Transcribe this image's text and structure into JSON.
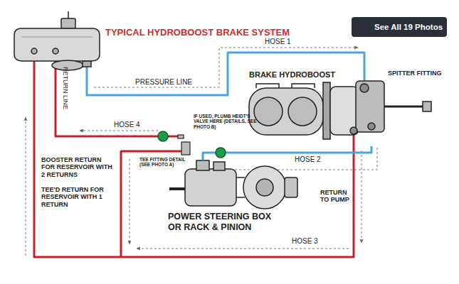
{
  "diagram": {
    "title": "TYPICAL HYDROBOOST BRAKE SYSTEM",
    "nodes": [
      {
        "text": [
          "See All 19 Photos"
        ]
      },
      {
        "text": [
          "BRAKE HYDROBOOST"
        ]
      },
      {
        "text": [
          "POWER STEERING BOX OR RACK & PINION"
        ]
      }
    ],
    "edges": [
      {
        "from": 1,
        "to": 2,
        "label": "HOSE 2",
        "arrow": "none"
      }
    ],
    "labels": [
      "HOSE 1",
      "PRESSURE LINE",
      "SPITTER FITTING",
      "RETURN LINE",
      "HOSE 4",
      "IF USED, PLUMB HEIDT'S VALVE HERE (DETAILS, SEE PHOTO B)",
      "TEE FITTING DETAIL (SEE PHOTO A)",
      "BOOSTER RETURN FOR RESERVOIR WITH 2 RETURNS",
      "TEE'D RETURN FOR RESERVOIR WITH 1 RETURN",
      "RETURN TO PUMP",
      "HOSE 3"
    ]
  }
}
